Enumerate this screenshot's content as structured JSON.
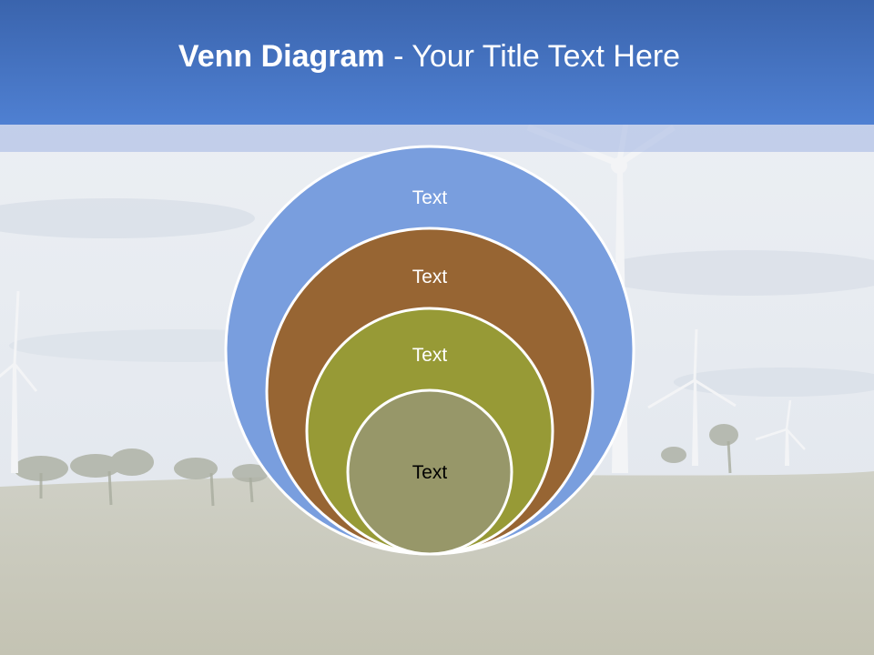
{
  "slide": {
    "title_bold": "Venn Diagram",
    "title_rest": " - Your Title Text Here"
  },
  "diagram": {
    "type": "nested-circles",
    "rings": [
      {
        "label": "Text",
        "color": "#799ede"
      },
      {
        "label": "Text",
        "color": "#976533"
      },
      {
        "label": "Text",
        "color": "#979a36"
      },
      {
        "label": "Text",
        "color": "#979769"
      }
    ],
    "outline_color": "#ffffff",
    "label_colors": [
      "#ffffff",
      "#ffffff",
      "#ffffff",
      "#000000"
    ]
  },
  "colors": {
    "header": "#4f80d2",
    "sky": "#e2e7ee",
    "field": "#c8c8b8"
  }
}
